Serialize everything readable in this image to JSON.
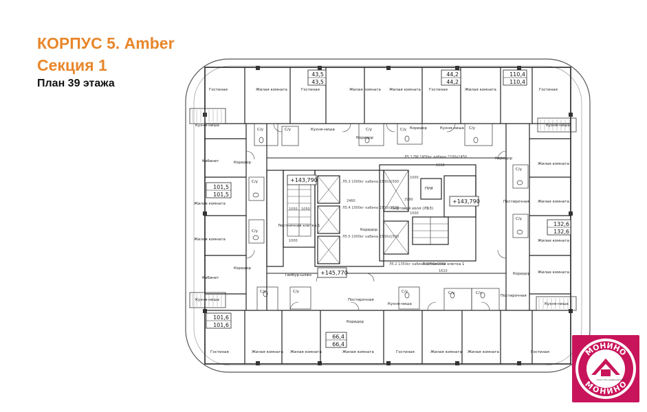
{
  "header": {
    "building": "КОРПУС 5. Amber",
    "section": "Секция 1",
    "floor_plan": "План 39 этажа"
  },
  "colors": {
    "accent": "#e8862a",
    "logo": "#c8145a"
  },
  "apartments": [
    {
      "id": "a1",
      "total": "43,5",
      "living": "43,5"
    },
    {
      "id": "a2",
      "total": "44,2",
      "living": "44,2"
    },
    {
      "id": "a3",
      "total": "110,4",
      "living": "110,4"
    },
    {
      "id": "a4",
      "total": "101,5",
      "living": "101,5"
    },
    {
      "id": "a5",
      "total": "132,6",
      "living": "132,6"
    },
    {
      "id": "a6",
      "total": "101,6",
      "living": "101,6"
    },
    {
      "id": "a7",
      "total": "66,4",
      "living": "66,4"
    }
  ],
  "levels": {
    "l1": "+143,790",
    "l2": "+143,790",
    "l3": "+145,770"
  },
  "rooms": {
    "gostinaya": "Гостиная",
    "zhilaya": "Жилая комната",
    "kuhnya": "Кухня-ниша",
    "kabinet": "Кабинет",
    "koridor": "Коридор",
    "su": "С/у",
    "postirochnaya": "Постирочная",
    "lestnica1": "Лестничная клетка 1",
    "lestnica2": "Лестничная клетка 1",
    "liftholl": "Лифтовой холл (ЛБ3)",
    "tambur": "Тамбур-шлюз",
    "pui": "ПУИ"
  },
  "lifts": {
    "l1": "Л5.3 1000кг кабина 1500x1500",
    "l2": "Л5.4 1000кг кабина 1500x1500",
    "l3": "Л5.5 1000кг кабина 1500x1500",
    "l4": "Л5.1 ПИ 1450кг кабина 2100x1450",
    "l5": "Л5.2 1350кг кабина 1850x1550"
  },
  "dims": {
    "d2460": "2460",
    "d2990": "2990",
    "d1050a": "1050",
    "d1050b": "1050",
    "d1000a": "1000",
    "d1000b": "1000",
    "d1000c": "1000",
    "d1610": "1610",
    "d1610b": "1610"
  },
  "logo": {
    "top_text": "МОНИНО",
    "bottom_text": "МОНИНО",
    "caption": "Агентство недвижимости"
  }
}
